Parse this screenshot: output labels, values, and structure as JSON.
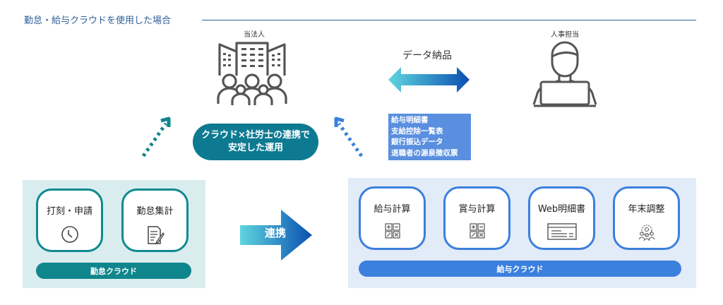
{
  "title": "勤怠・給与クラウドを使用した場合",
  "colors": {
    "teal": "#0f868c",
    "blue": "#3c80de",
    "title": "#2f5f99",
    "list_bg": "#5a8fe0"
  },
  "top": {
    "company": {
      "label": "当法人",
      "icon": "company-building-people-icon"
    },
    "hr": {
      "label": "人事担当",
      "icon": "person-laptop-icon"
    },
    "exchange": {
      "label": "データ納品",
      "icon": "double-arrow-icon"
    },
    "center_pill": {
      "line1": "クラウド×社労士の連携で",
      "line2": "安定した運用"
    },
    "deliverables": [
      "給与明細書",
      "支給控除一覧表",
      "銀行振込データ",
      "退職者の源泉徴収票"
    ]
  },
  "left_panel": {
    "cards": [
      {
        "label": "打刻・申請",
        "icon": "clock-icon"
      },
      {
        "label": "勤怠集計",
        "icon": "document-edit-icon"
      }
    ],
    "bar_label": "勤怠クラウド"
  },
  "connector": {
    "label": "連携"
  },
  "right_panel": {
    "cards": [
      {
        "label": "給与計算",
        "icon": "calculator-icon"
      },
      {
        "label": "賞与計算",
        "icon": "calculator-icon"
      },
      {
        "label": "Web明細書",
        "icon": "payslip-icon"
      },
      {
        "label": "年末調整",
        "icon": "people-gear-icon"
      }
    ],
    "bar_label": "給与クラウド"
  }
}
